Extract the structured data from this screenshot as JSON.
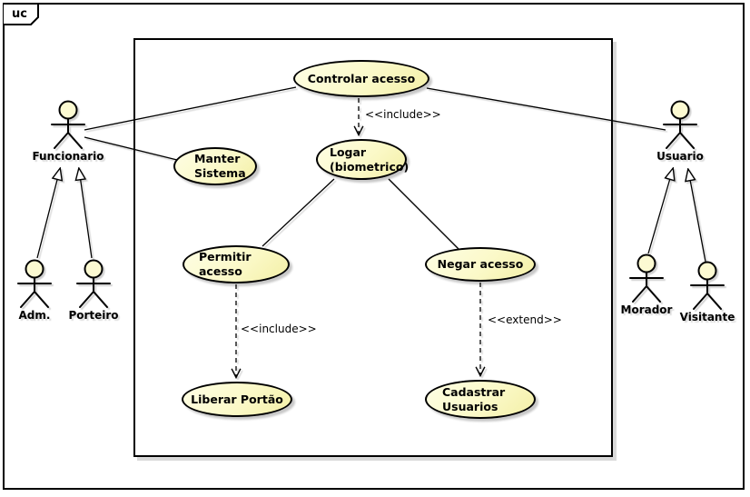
{
  "frame": {
    "tag": "uc"
  },
  "use_cases": [
    {
      "id": "controlar-acesso",
      "label": "Controlar acesso"
    },
    {
      "id": "manter-sistema",
      "label": "Manter Sistema"
    },
    {
      "id": "logar-biometrico",
      "label": "Logar (biometrico)"
    },
    {
      "id": "permitir-acesso",
      "label": "Permitir acesso"
    },
    {
      "id": "negar-acesso",
      "label": "Negar acesso"
    },
    {
      "id": "liberar-portao",
      "label": "Liberar Portão"
    },
    {
      "id": "cadastrar-usuarios",
      "label": "Cadastrar Usuarios"
    }
  ],
  "actors": [
    {
      "id": "funcionario",
      "label": "Funcionario"
    },
    {
      "id": "adm",
      "label": "Adm."
    },
    {
      "id": "porteiro",
      "label": "Porteiro"
    },
    {
      "id": "usuario",
      "label": "Usuario"
    },
    {
      "id": "morador",
      "label": "Morador"
    },
    {
      "id": "visitante",
      "label": "Visitante"
    }
  ],
  "stereotypes": {
    "include_controlar_logar": "<<include>>",
    "include_permitir_liberar": "<<include>>",
    "extend_negar_cadastrar": "<<extend>>"
  },
  "colors": {
    "usecase_fill": "#fbf9c8",
    "stroke": "#000000",
    "shadow": "#aaaaaa",
    "background": "#ffffff"
  }
}
